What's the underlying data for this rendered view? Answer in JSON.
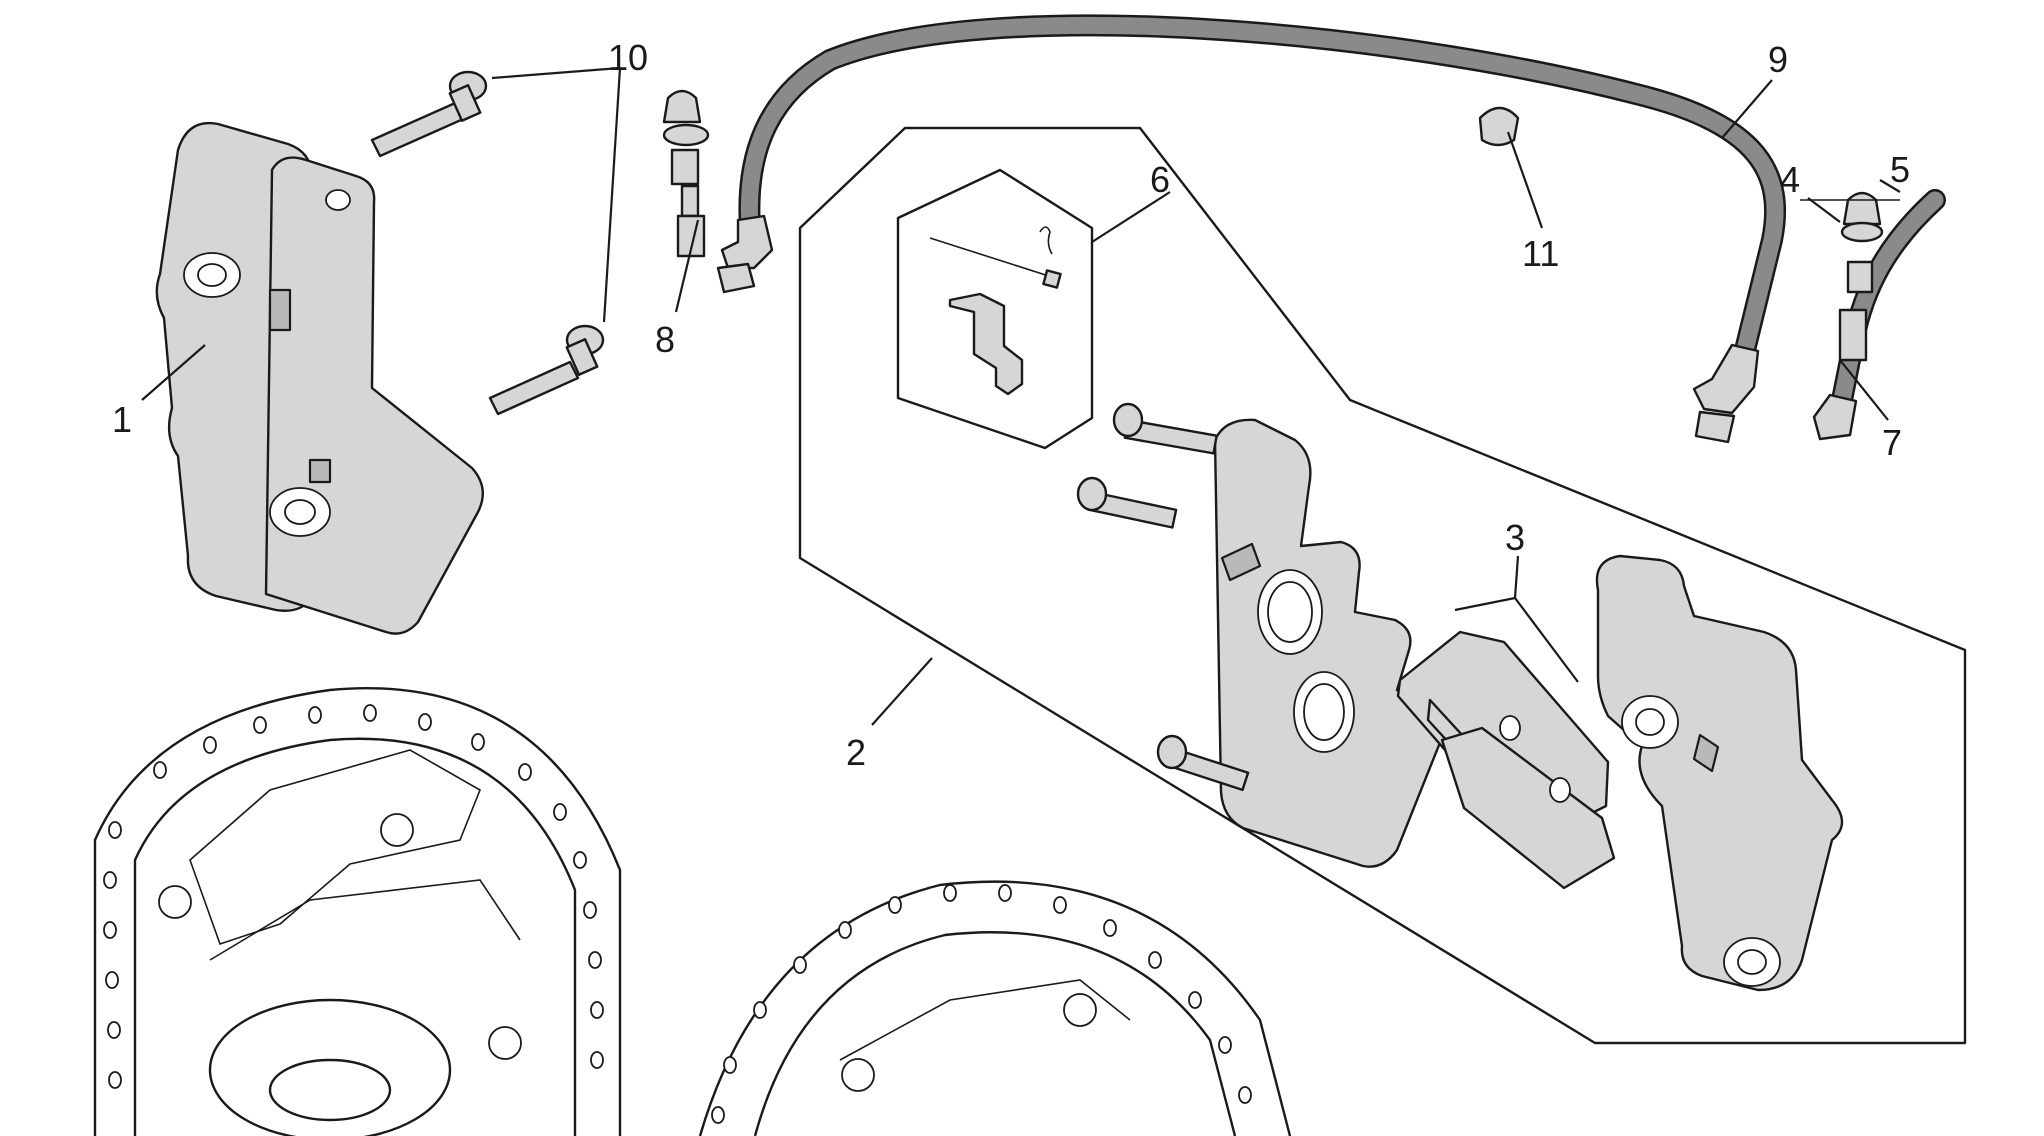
{
  "diagram": {
    "callouts": [
      {
        "id": "c1",
        "label": "1"
      },
      {
        "id": "c2",
        "label": "2"
      },
      {
        "id": "c3",
        "label": "3"
      },
      {
        "id": "c4",
        "label": "4"
      },
      {
        "id": "c5",
        "label": "5"
      },
      {
        "id": "c6",
        "label": "6"
      },
      {
        "id": "c7",
        "label": "7"
      },
      {
        "id": "c8",
        "label": "8"
      },
      {
        "id": "c9",
        "label": "9"
      },
      {
        "id": "c10",
        "label": "10"
      },
      {
        "id": "c11",
        "label": "11"
      }
    ]
  },
  "colors": {
    "line": "#1a1a1a",
    "part_fill": "#d6d6d6",
    "hose": "#8a8a8a",
    "background": "#ffffff"
  }
}
